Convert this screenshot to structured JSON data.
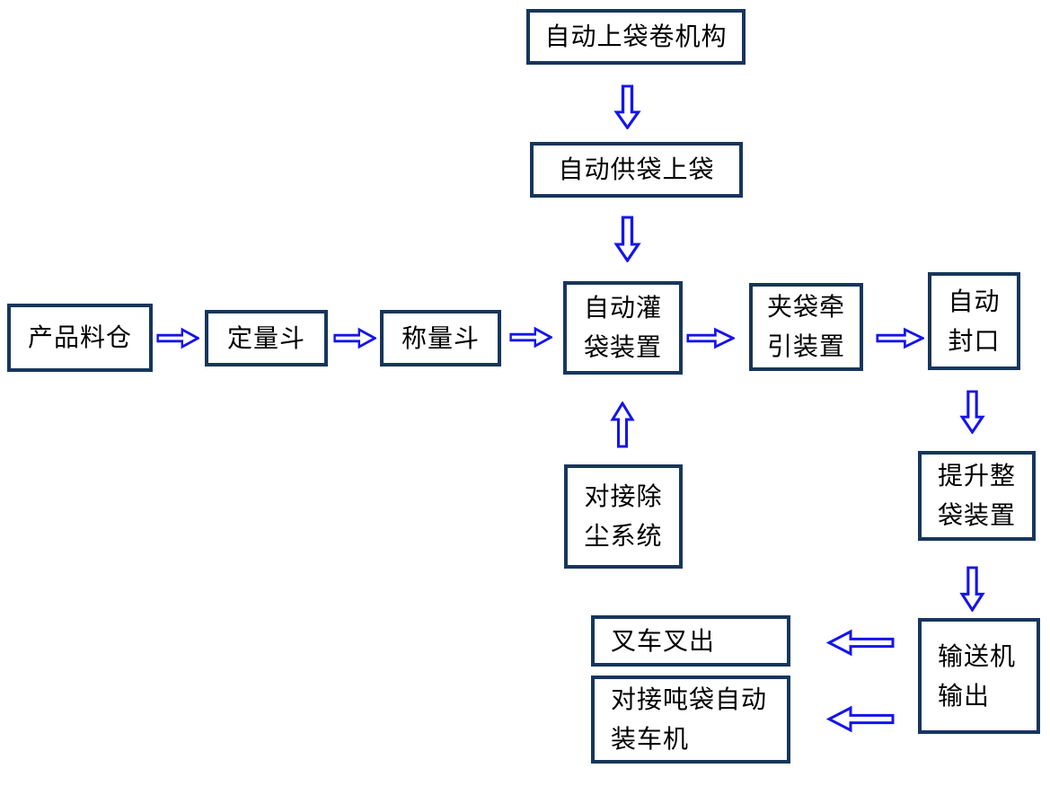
{
  "colors": {
    "box_border": "#17365D",
    "arrow": "#1414EE",
    "text": "#000000",
    "background": "#FFFFFF"
  },
  "nodes": {
    "bag_roll_mechanism": {
      "lines": [
        "自动上袋卷机构"
      ]
    },
    "bag_supply_loading": {
      "lines": [
        "自动供袋上袋"
      ]
    },
    "product_silo": {
      "lines": [
        "产品料仓"
      ]
    },
    "dosing_hopper": {
      "lines": [
        "定量斗"
      ]
    },
    "weighing_hopper": {
      "lines": [
        "称量斗"
      ]
    },
    "auto_bag_filling": {
      "lines": [
        "自动灌",
        "袋装置"
      ]
    },
    "bag_clamp_traction": {
      "lines": [
        "夹袋牵",
        "引装置"
      ]
    },
    "auto_sealing": {
      "lines": [
        "自动",
        "封口"
      ]
    },
    "dust_removal_system": {
      "lines": [
        "对接除",
        "尘系统"
      ]
    },
    "bag_lifting_device": {
      "lines": [
        "提升整",
        "袋装置"
      ]
    },
    "conveyor_output": {
      "lines": [
        "输送机",
        "输出"
      ]
    },
    "forklift_out": {
      "lines": [
        "叉车叉出"
      ]
    },
    "ton_bag_truck_loader": {
      "lines": [
        "对接吨袋自动",
        "装车机"
      ]
    }
  }
}
